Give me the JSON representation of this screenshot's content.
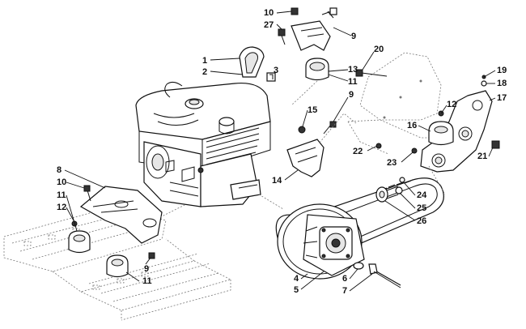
{
  "callouts": {
    "c1": "1",
    "c2": "2",
    "c3": "3",
    "c4": "4",
    "c5": "5",
    "c6": "6",
    "c7": "7",
    "c8": "8",
    "c9a": "9",
    "c9b": "9",
    "c9c": "9",
    "c10a": "10",
    "c10b": "10",
    "c11a": "11",
    "c11b": "11",
    "c11c": "11",
    "c12a": "12",
    "c12b": "12",
    "c13": "13",
    "c14": "14",
    "c15": "15",
    "c16": "16",
    "c17": "17",
    "c18": "18",
    "c19": "19",
    "c20": "20",
    "c21": "21",
    "c22": "22",
    "c23": "23",
    "c24": "24",
    "c25": "25",
    "c26": "26",
    "c27": "27"
  }
}
